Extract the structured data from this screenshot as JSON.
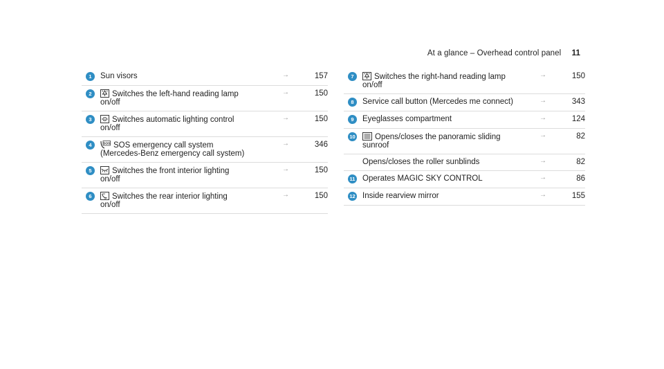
{
  "header": {
    "title": "At a glance – Overhead control panel",
    "page_number": "11"
  },
  "left_items": [
    {
      "num": "1",
      "icon": "",
      "text1": "Sun visors",
      "text2": "",
      "arrow": "→",
      "page": "157"
    },
    {
      "num": "2",
      "icon": "reading-lamp-icon",
      "text1": "Switches the left-hand reading lamp",
      "text2": "on/off",
      "arrow": "→",
      "page": "150"
    },
    {
      "num": "3",
      "icon": "auto-light-icon",
      "text1": "Switches automatic lighting control",
      "text2": "on/off",
      "arrow": "→",
      "page": "150"
    },
    {
      "num": "4",
      "icon": "sos-icon",
      "text1": "SOS emergency call system",
      "text2": "(Mercedes-Benz emergency call system)",
      "arrow": "→",
      "page": "346"
    },
    {
      "num": "5",
      "icon": "front-interior-light-icon",
      "text1": "Switches the front interior lighting",
      "text2": "on/off",
      "arrow": "→",
      "page": "150"
    },
    {
      "num": "6",
      "icon": "rear-interior-light-icon",
      "text1": "Switches the rear interior lighting",
      "text2": "on/off",
      "arrow": "→",
      "page": "150"
    }
  ],
  "right_items": [
    {
      "num": "7",
      "icon": "reading-lamp-icon",
      "text1": "Switches the right-hand reading lamp",
      "text2": "on/off",
      "arrow": "→",
      "page": "150"
    },
    {
      "num": "8",
      "icon": "",
      "text1": "Service call button (Mercedes me connect)",
      "text2": "",
      "arrow": "→",
      "page": "343"
    },
    {
      "num": "9",
      "icon": "",
      "text1": "Eyeglasses compartment",
      "text2": "",
      "arrow": "→",
      "page": "124"
    },
    {
      "num": "10",
      "icon": "sunroof-icon",
      "text1": "Opens/closes the panoramic sliding",
      "text2": "sunroof",
      "arrow": "→",
      "page": "82"
    },
    {
      "num": "",
      "icon": "",
      "text1": "Opens/closes the roller sunblinds",
      "text2": "",
      "arrow": "→",
      "page": "82"
    },
    {
      "num": "11",
      "icon": "",
      "text1": "Operates MAGIC SKY CONTROL",
      "text2": "",
      "arrow": "→",
      "page": "86"
    },
    {
      "num": "12",
      "icon": "",
      "text1": "Inside rearview mirror",
      "text2": "",
      "arrow": "→",
      "page": "155"
    }
  ]
}
